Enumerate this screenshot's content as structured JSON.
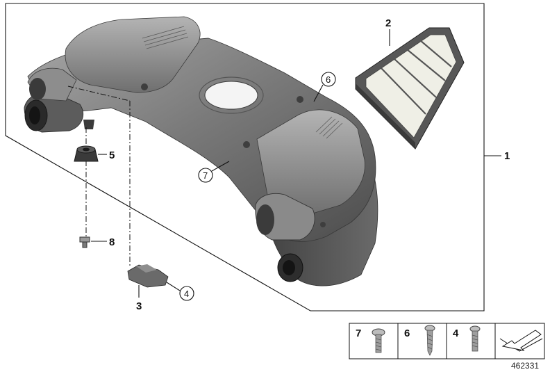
{
  "callouts": {
    "p1": "1",
    "p2": "2",
    "p3": "3",
    "p4": "4",
    "p5": "5",
    "p6": "6",
    "p7": "7",
    "p8": "8"
  },
  "legend": {
    "screw_7": "7",
    "screw_6": "6",
    "screw_4": "4"
  },
  "diagram_number": "462331",
  "colors": {
    "housing": "#7c7c7c",
    "housing_dark": "#4f4f4f",
    "filter_frame": "#505050",
    "filter_media": "#efefe6",
    "line": "#111111"
  }
}
